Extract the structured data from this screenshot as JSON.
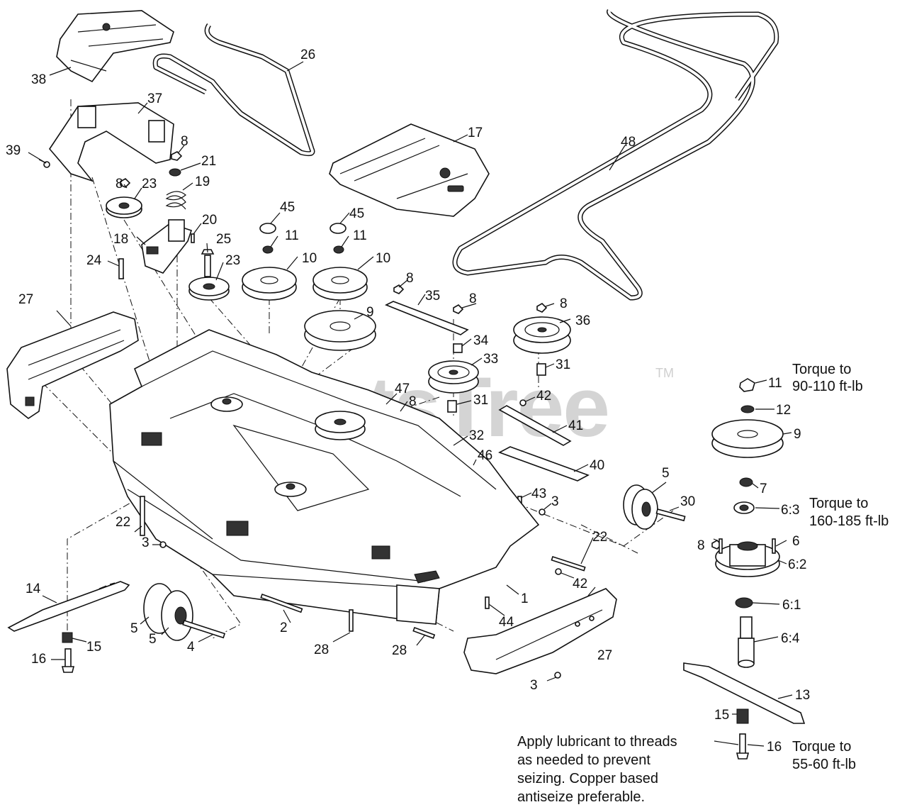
{
  "watermark": {
    "text": "PartsTree",
    "tm": "TM"
  },
  "callouts": {
    "c1": "1",
    "c2": "2",
    "c3a": "3",
    "c3b": "3",
    "c3c": "3",
    "c4": "4",
    "c5a": "5",
    "c5b": "5",
    "c5c": "5",
    "c6": "6",
    "c6_1": "6:1",
    "c6_2": "6:2",
    "c6_3": "6:3",
    "c6_4": "6:4",
    "c7": "7",
    "c8a": "8",
    "c8b": "8",
    "c8c": "8",
    "c8d": "8",
    "c8e": "8",
    "c8f": "8",
    "c8g": "8",
    "c9a": "9",
    "c9b": "9",
    "c10a": "10",
    "c10b": "10",
    "c11a": "11",
    "c11b": "11",
    "c11c": "11",
    "c12": "12",
    "c13": "13",
    "c14": "14",
    "c15a": "15",
    "c15b": "15",
    "c16a": "16",
    "c16b": "16",
    "c17": "17",
    "c18": "18",
    "c19": "19",
    "c20": "20",
    "c21": "21",
    "c22a": "22",
    "c22b": "22",
    "c23a": "23",
    "c23b": "23",
    "c24": "24",
    "c25": "25",
    "c26": "26",
    "c27a": "27",
    "c27b": "27",
    "c28a": "28",
    "c28b": "28",
    "c30": "30",
    "c31a": "31",
    "c31b": "31",
    "c32": "32",
    "c33": "33",
    "c34": "34",
    "c35": "35",
    "c36": "36",
    "c37": "37",
    "c38": "38",
    "c39": "39",
    "c40": "40",
    "c41": "41",
    "c42a": "42",
    "c42b": "42",
    "c43": "43",
    "c44": "44",
    "c45a": "45",
    "c45b": "45",
    "c46": "46",
    "c47": "47",
    "c48": "48"
  },
  "notes": {
    "torque_11": [
      "Torque to",
      "90-110 ft-lb"
    ],
    "torque_6_3": [
      "Torque to",
      "160-185 ft-lb"
    ],
    "torque_16": [
      "Torque to",
      "55-60 ft-lb"
    ],
    "lubricant": [
      "Apply lubricant to threads",
      "as needed to prevent",
      "seizing. Copper based",
      "antiseize preferable."
    ]
  }
}
